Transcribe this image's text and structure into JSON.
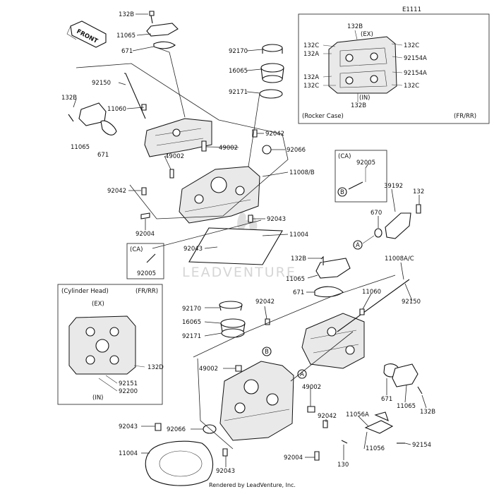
{
  "diagram_code": "E1111",
  "front_label": "FRONT",
  "watermark": "LEADVENTURE",
  "footer": "Rendered by LeadVenture, Inc.",
  "callouts": {
    "c132b_top": "132B",
    "c11065_top": "11065",
    "c671_top": "671",
    "c92170_top": "92170",
    "c16065_top": "16065",
    "c92171_top": "92171",
    "c92150_top": "92150",
    "c132b_left": "132B",
    "c11060_top": "11060",
    "c11065_left": "11065",
    "c671_left": "671",
    "c92042_a": "92042",
    "c49002_a": "49002",
    "c49002_b": "49002",
    "c92066_top": "92066",
    "c11008b": "11008/B",
    "c92042_b": "92042",
    "c92004_top": "92004",
    "c92043_a": "92043",
    "c11004_top": "11004",
    "c92043_b": "92043",
    "c92005_box": "92005",
    "c92005_ca": "92005",
    "c39192": "39192",
    "c132_right": "132",
    "c670": "670",
    "c132b_mid": "132B",
    "c11065_mid": "11065",
    "c671_mid": "671",
    "c11008ac": "11008A/C",
    "c11060_mid": "11060",
    "c92150_mid": "92150",
    "c92170_mid": "92170",
    "c16065_mid": "16065",
    "c92171_mid": "92171",
    "c92042_c": "92042",
    "c49002_c": "49002",
    "c49002_d": "49002",
    "c92043_c": "92043",
    "c92066_bot": "92066",
    "c11004_bot": "11004",
    "c92043_d": "92043",
    "c92042_d": "92042",
    "c92004_bot": "92004",
    "c11056a": "11056A",
    "c11056": "11056",
    "c92154": "92154",
    "c130": "130",
    "c671_bot": "671",
    "c11065_bot": "11065",
    "c132b_bot": "132B"
  },
  "ca_label": "(CA)",
  "ref_a": "A",
  "ref_b": "B",
  "rocker_inset": {
    "ex": "(EX)",
    "in": "(IN)",
    "caption": "(Rocker Case)",
    "variant": "(FR/RR)",
    "c132b_t": "132B",
    "c132c_tl": "132C",
    "c132a_tl": "132A",
    "c132a_bl": "132A",
    "c132c_bl": "132C",
    "c132c_tr": "132C",
    "c92154a_t": "92154A",
    "c92154a_b": "92154A",
    "c132c_br": "132C",
    "c132b_b": "132B"
  },
  "head_inset": {
    "caption": "(Cylinder Head)",
    "variant": "(FR/RR)",
    "ex": "(EX)",
    "in": "(IN)",
    "c132d": "132D",
    "c92151": "92151",
    "c92200": "92200"
  }
}
